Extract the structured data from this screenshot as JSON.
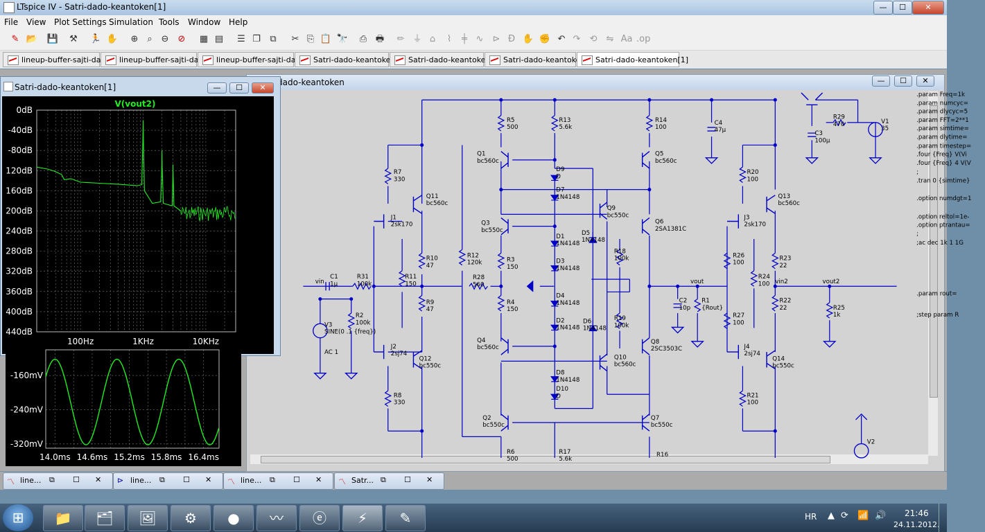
{
  "window": {
    "title": "LTspice IV - Satri-dado-keantoken[1]",
    "minimize": "—",
    "maximize": "☐",
    "close": "✕"
  },
  "menu": [
    "File",
    "View",
    "Plot Settings",
    "Simulation",
    "Tools",
    "Window",
    "Help"
  ],
  "tabs": [
    {
      "label": "lineup-buffer-sajti-dado",
      "kind": "schematic"
    },
    {
      "label": "lineup-buffer-sajti-dado",
      "kind": "waveform"
    },
    {
      "label": "lineup-buffer-sajti-dado",
      "kind": "waveform"
    },
    {
      "label": "Satri-dado-keantoken",
      "kind": "schematic"
    },
    {
      "label": "Satri-dado-keantoken",
      "kind": "waveform"
    },
    {
      "label": "Satri-dado-keantoken",
      "kind": "waveform"
    },
    {
      "label": "Satri-dado-keantoken[1]",
      "kind": "waveform",
      "active": true
    }
  ],
  "schematic_window": {
    "title": "dado-keantoken"
  },
  "fft_window": {
    "title": "Satri-dado-keantoken[1]",
    "trace_name": "V(vout2)",
    "y_ticks": [
      "0dB",
      "-40dB",
      "-80dB",
      "120dB",
      "160dB",
      "200dB",
      "240dB",
      "280dB",
      "320dB",
      "360dB",
      "400dB",
      "440dB"
    ],
    "x_ticks": [
      "100Hz",
      "1KHz",
      "10KHz"
    ],
    "trace_color": "#22ee22"
  },
  "time_window": {
    "y_ticks": [
      "-160mV",
      "-240mV",
      "-320mV"
    ],
    "x_ticks": [
      "14.0ms",
      "14.6ms",
      "15.2ms",
      "15.8ms",
      "16.4ms"
    ]
  },
  "schematic": {
    "components": [
      {
        "name": "R5",
        "value": "500"
      },
      {
        "name": "R13",
        "value": "5.6k"
      },
      {
        "name": "R14",
        "value": "100"
      },
      {
        "name": "C4",
        "value": "47µ"
      },
      {
        "name": "C3",
        "value": "100µ"
      },
      {
        "name": "R29",
        "value": "470"
      },
      {
        "name": "V1",
        "value": "35"
      },
      {
        "name": "Q1",
        "value": "bc560c"
      },
      {
        "name": "Q5",
        "value": "bc560c"
      },
      {
        "name": "R7",
        "value": "330"
      },
      {
        "name": "Q11",
        "value": "bc560c"
      },
      {
        "name": "J1",
        "value": "2sk170"
      },
      {
        "name": "D9",
        "value": "D"
      },
      {
        "name": "D7",
        "value": "1N4148"
      },
      {
        "name": "Q3",
        "value": "bc550c"
      },
      {
        "name": "Q9",
        "value": "bc550c"
      },
      {
        "name": "Q6",
        "value": "2SA1381C"
      },
      {
        "name": "D1",
        "value": "1N4148"
      },
      {
        "name": "D5",
        "value": "1N4148"
      },
      {
        "name": "D3",
        "value": "1N4148"
      },
      {
        "name": "R12",
        "value": "120k"
      },
      {
        "name": "R3",
        "value": "150"
      },
      {
        "name": "R18",
        "value": "100k"
      },
      {
        "name": "R10",
        "value": "47"
      },
      {
        "name": "R11",
        "value": "150"
      },
      {
        "name": "R28",
        "value": "560"
      },
      {
        "name": "C1",
        "value": "1µ"
      },
      {
        "name": "R31",
        "value": "100k"
      },
      {
        "name": "R9",
        "value": "47"
      },
      {
        "name": "R4",
        "value": "150"
      },
      {
        "name": "D4",
        "value": "1N4148"
      },
      {
        "name": "D2",
        "value": "1N4148"
      },
      {
        "name": "D6",
        "value": "1N4148"
      },
      {
        "name": "R19",
        "value": "100k"
      },
      {
        "name": "R2",
        "value": "100k"
      },
      {
        "name": "V3",
        "value": "SINE(0 .1 {freq})"
      },
      {
        "name": "Q4",
        "value": "bc560c"
      },
      {
        "name": "Q8",
        "value": "2SC3503C"
      },
      {
        "name": "Q12",
        "value": "bc550c"
      },
      {
        "name": "J2",
        "value": "2sj74"
      },
      {
        "name": "Q10",
        "value": "bc560c"
      },
      {
        "name": "R8",
        "value": "330"
      },
      {
        "name": "D8",
        "value": "1N4148"
      },
      {
        "name": "D10",
        "value": "D"
      },
      {
        "name": "Q2",
        "value": "bc550c"
      },
      {
        "name": "Q7",
        "value": "bc550c"
      },
      {
        "name": "R6",
        "value": "500"
      },
      {
        "name": "R17",
        "value": "5.6k"
      },
      {
        "name": "R16",
        "value": ""
      },
      {
        "name": "C2",
        "value": "10p"
      },
      {
        "name": "R1",
        "value": "{Rout}"
      },
      {
        "name": "R20",
        "value": "100"
      },
      {
        "name": "Q13",
        "value": "bc560c"
      },
      {
        "name": "J3",
        "value": "2sk170"
      },
      {
        "name": "R26",
        "value": "100"
      },
      {
        "name": "R23",
        "value": "22"
      },
      {
        "name": "R24",
        "value": "100"
      },
      {
        "name": "R22",
        "value": "22"
      },
      {
        "name": "R25",
        "value": "1k"
      },
      {
        "name": "R27",
        "value": "100"
      },
      {
        "name": "J4",
        "value": "2sj74"
      },
      {
        "name": "Q14",
        "value": "bc550c"
      },
      {
        "name": "R21",
        "value": "100"
      },
      {
        "name": "V2",
        "value": ""
      }
    ],
    "net_labels": [
      "vin",
      "vout",
      "vin2",
      "vout2"
    ],
    "ac_label": "AC 1",
    "directives": [
      ".param Freq=1k",
      ".param numcyc=",
      ".param dlycyc=5",
      ".param FFT=2**1",
      ".param simtime=",
      ".param dlytime=",
      ".param timestep=",
      ".four {Freq} V(Vi",
      ".four {Freq} 4 V(V",
      ";",
      ".tran 0 {simtime}",
      ".option numdgt=1",
      ".option reltol=1e-",
      ".option ptrantau=",
      ";",
      ";ac dec 1k 1 1G",
      ".param rout=",
      ";step param R"
    ]
  },
  "minimized_windows": [
    "line...",
    "line...",
    "line...",
    "Satr..."
  ],
  "taskbar": {
    "items": [
      "start",
      "explorer",
      "folder-app",
      "presentation",
      "tool",
      "media",
      "waveform-app",
      "ie",
      "ltspice",
      "note"
    ],
    "language": "HR",
    "time": "21:46",
    "date": "24.11.2012."
  }
}
